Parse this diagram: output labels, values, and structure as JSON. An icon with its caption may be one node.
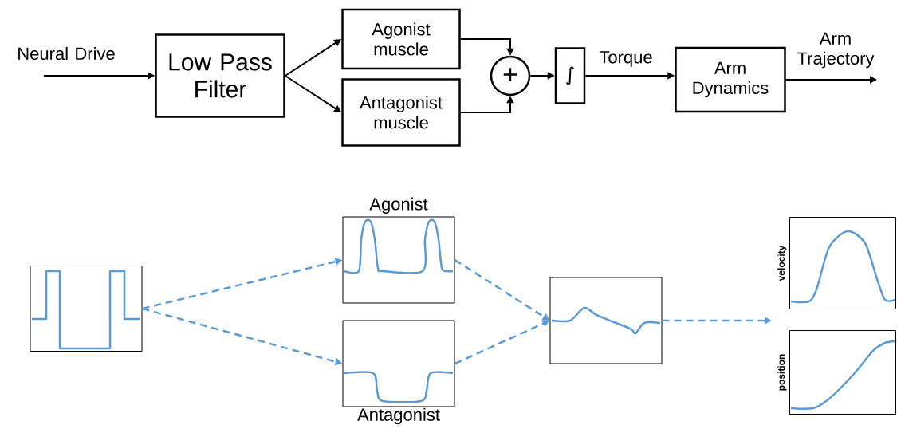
{
  "diagram": {
    "nodes": [
      {
        "text": [
          "Low Pass Filter"
        ]
      },
      {
        "text": [
          "Agonist muscle"
        ]
      },
      {
        "text": [
          "Antagonist muscle"
        ]
      },
      {
        "text": [
          "+"
        ]
      },
      {
        "text": [
          "∫"
        ]
      },
      {
        "text": [
          "Arm Dynamics"
        ]
      },
      {
        "text": [],
        "shape": "picture"
      },
      {
        "text": [
          "Agonist"
        ]
      },
      {
        "text": [
          "Antagonist"
        ]
      },
      {
        "text": [],
        "shape": "picture"
      },
      {
        "text": [
          "velocity"
        ]
      },
      {
        "text": [
          "position"
        ]
      }
    ],
    "edges": [
      {
        "from": null,
        "to": 0,
        "arrow": "to",
        "label": "Neural Drive"
      },
      {
        "from": 0,
        "to": 1,
        "arrow": "to"
      },
      {
        "from": 0,
        "to": 2,
        "arrow": "to"
      },
      {
        "from": 1,
        "to": 3,
        "arrow": "to"
      },
      {
        "from": 2,
        "to": 3,
        "arrow": "to"
      },
      {
        "from": 3,
        "to": 4,
        "arrow": "to"
      },
      {
        "from": 4,
        "to": 5,
        "arrow": "to",
        "label": "Torque"
      },
      {
        "from": 5,
        "to": null,
        "arrow": "to",
        "label": "Arm Trajectory"
      },
      {
        "from": 6,
        "to": 7,
        "arrow": "to",
        "style": "dashed",
        "color": "#5b9bd5"
      },
      {
        "from": 6,
        "to": 8,
        "arrow": "to",
        "style": "dashed",
        "color": "#5b9bd5"
      },
      {
        "from": 7,
        "to": 9,
        "arrow": "to",
        "style": "dashed",
        "color": "#5b9bd5"
      },
      {
        "from": 8,
        "to": 9,
        "arrow": "to",
        "style": "dashed",
        "color": "#5b9bd5"
      },
      {
        "from": 9,
        "to": 11,
        "arrow": "to",
        "style": "dashed",
        "color": "#5b9bd5"
      }
    ]
  }
}
